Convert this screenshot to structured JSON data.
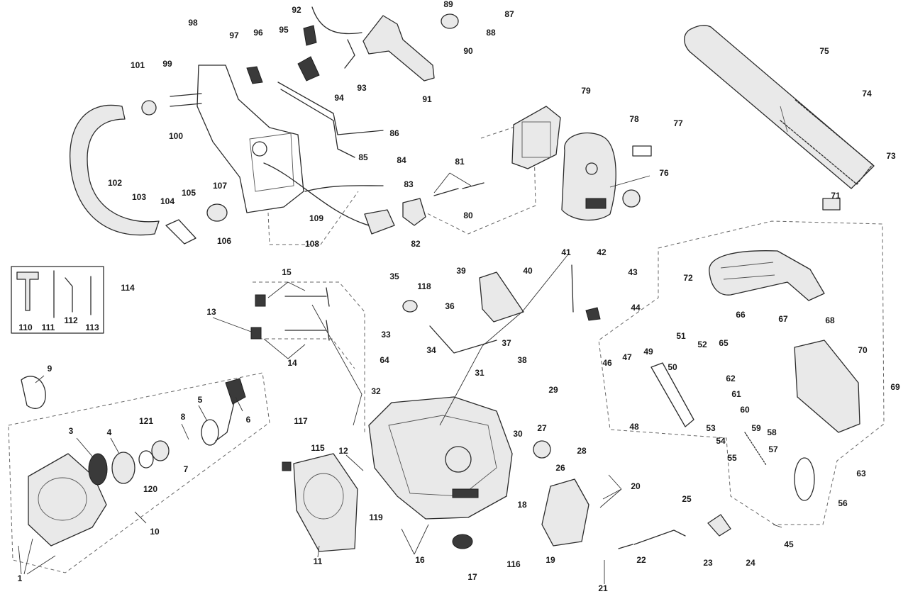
{
  "diagram": {
    "part_numbers": [
      "1",
      "3",
      "4",
      "5",
      "6",
      "7",
      "8",
      "9",
      "10",
      "11",
      "12",
      "13",
      "14",
      "15",
      "16",
      "17",
      "18",
      "19",
      "20",
      "21",
      "22",
      "23",
      "24",
      "25",
      "26",
      "27",
      "28",
      "29",
      "30",
      "31",
      "32",
      "33",
      "34",
      "35",
      "36",
      "37",
      "38",
      "39",
      "40",
      "41",
      "42",
      "43",
      "44",
      "45",
      "46",
      "47",
      "48",
      "49",
      "50",
      "51",
      "52",
      "53",
      "54",
      "55",
      "56",
      "57",
      "58",
      "59",
      "60",
      "61",
      "62",
      "63",
      "64",
      "65",
      "66",
      "67",
      "68",
      "69",
      "70",
      "71",
      "72",
      "73",
      "74",
      "75",
      "76",
      "77",
      "78",
      "79",
      "80",
      "81",
      "82",
      "83",
      "84",
      "85",
      "86",
      "87",
      "88",
      "89",
      "90",
      "91",
      "92",
      "93",
      "94",
      "95",
      "96",
      "97",
      "98",
      "99",
      "100",
      "101",
      "102",
      "103",
      "104",
      "105",
      "106",
      "107",
      "108",
      "109",
      "110",
      "111",
      "112",
      "113",
      "114",
      "115",
      "116",
      "117",
      "118",
      "119",
      "120",
      "121"
    ]
  }
}
